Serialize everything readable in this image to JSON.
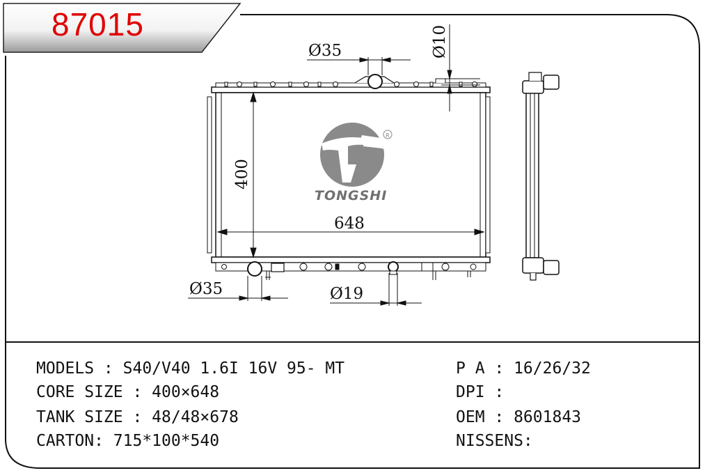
{
  "part_number": "87015",
  "brand": "TONGSHI",
  "dimensions": {
    "inlet_diameter": "Ø35",
    "drain_diameter": "Ø10",
    "outlet_diameter": "Ø35",
    "port_diameter": "Ø19",
    "core_height": "400",
    "core_width": "648"
  },
  "specs": {
    "models": "MODELS : S40/V40 1.6I 16V 95- MT",
    "core_size": "CORE SIZE : 400×648",
    "tank_size": "TANK SIZE : 48/48×678",
    "carton": "CARTON: 715*100*540",
    "pa": "P A : 16/26/32",
    "dpi": "DPI :",
    "oem": "OEM : 8601843",
    "nissens": "NISSENS:"
  }
}
